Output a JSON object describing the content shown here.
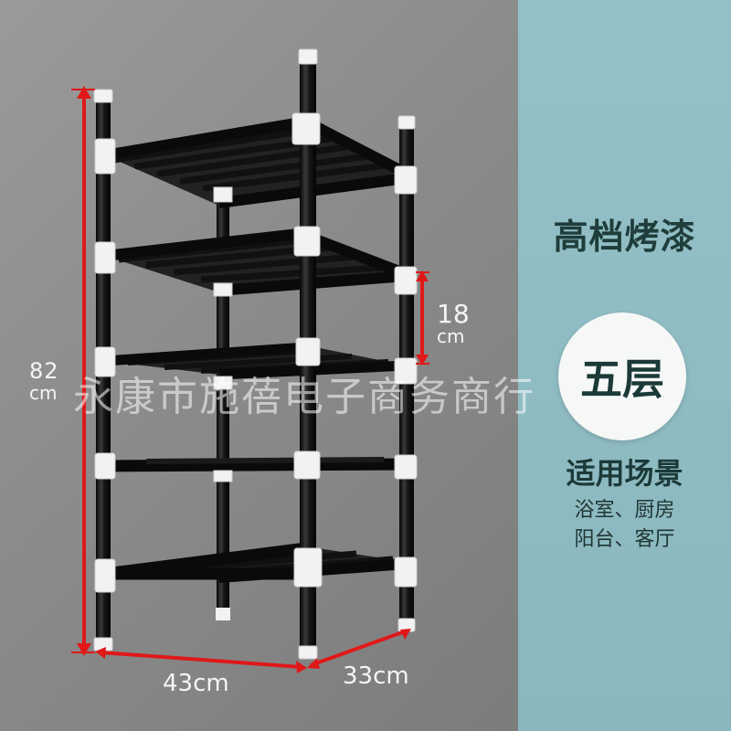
{
  "dimensions": {
    "height": {
      "value": "82",
      "unit": "cm"
    },
    "gap": {
      "value": "18",
      "unit": "cm"
    },
    "width": "43cm",
    "depth": "33cm"
  },
  "features": {
    "title": "高档烤漆",
    "tiers": "五层",
    "scenes_heading": "适用场景",
    "scenes_line1": "浴室、厨房",
    "scenes_line2": "阳台、客厅"
  },
  "watermark": "永康市施蓓电子商务商行",
  "colors": {
    "tube": "#1b1b1b",
    "joint": "#f2f2f2",
    "measure": "#e01818",
    "panel": "#93c1c7"
  }
}
